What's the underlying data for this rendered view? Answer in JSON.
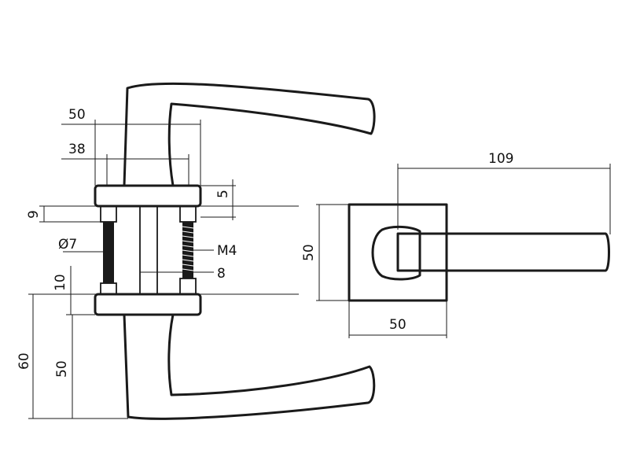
{
  "colors": {
    "line": "#1a1a1a",
    "background": "#ffffff"
  },
  "labels": {
    "rose_outer_width": "50",
    "rose_inner_width": "38",
    "rose_thickness": "5",
    "screw_head_height": "9",
    "screw_diameter": "Ø7",
    "thread": "M4",
    "spindle": "8",
    "rose_spacing": "10",
    "total_height": "60",
    "lever_height": "50",
    "lever_length": "109",
    "square_rose_height": "50",
    "square_rose_width": "50"
  }
}
